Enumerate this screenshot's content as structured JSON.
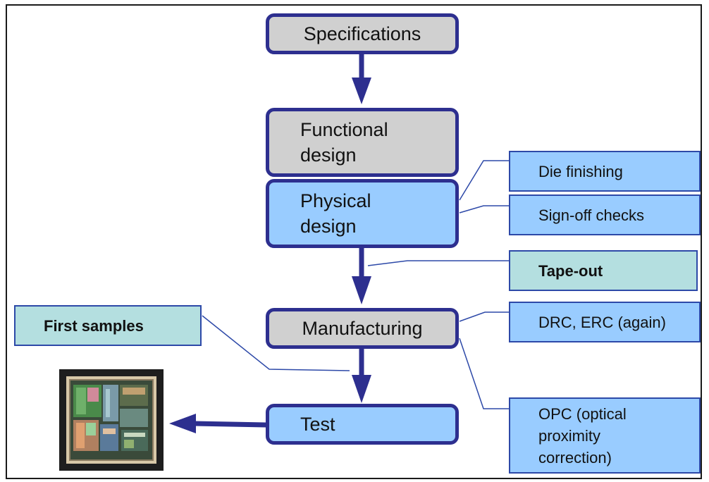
{
  "flow": {
    "specifications": "Specifications",
    "functional_design": "Functional\ndesign",
    "physical_design": "Physical\ndesign",
    "manufacturing": "Manufacturing",
    "test": "Test"
  },
  "notes": {
    "die_finishing": "Die finishing",
    "signoff_checks": "Sign-off checks",
    "tape_out": "Tape-out",
    "drc_erc": "DRC, ERC (again)",
    "opc": "OPC (optical\nproximity\ncorrection)",
    "first_samples": "First samples"
  },
  "colors": {
    "box_border": "#2d2f8f",
    "gray_fill": "#d0d0d0",
    "blue_fill": "#99ccff",
    "teal_fill": "#b4dfe0",
    "arrow": "#2d2f8f"
  }
}
